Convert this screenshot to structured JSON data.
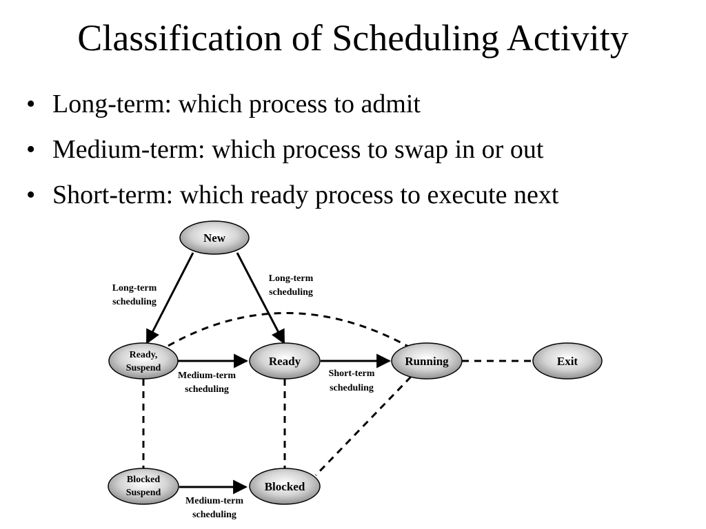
{
  "slide": {
    "title": "Classification of Scheduling Activity",
    "bullets": [
      "Long-term: which process to admit",
      "Medium-term: which process to swap in or out",
      "Short-term: which ready process to execute next"
    ],
    "bullet_glyph": "•"
  },
  "diagram": {
    "nodes": {
      "new": "New",
      "ready_suspend": [
        "Ready,",
        "Suspend"
      ],
      "ready": "Ready",
      "running": "Running",
      "exit": "Exit",
      "blocked_suspend": [
        "Blocked",
        "Suspend"
      ],
      "blocked": "Blocked"
    },
    "edge_labels": {
      "new_to_ready_suspend": [
        "Long-term",
        "scheduling"
      ],
      "new_to_ready": [
        "Long-term",
        "scheduling"
      ],
      "ready_suspend_to_ready": [
        "Medium-term",
        "scheduling"
      ],
      "ready_to_running": [
        "Short-term",
        "scheduling"
      ],
      "blocked_suspend_to_blocked": [
        "Medium-term",
        "scheduling"
      ]
    }
  }
}
